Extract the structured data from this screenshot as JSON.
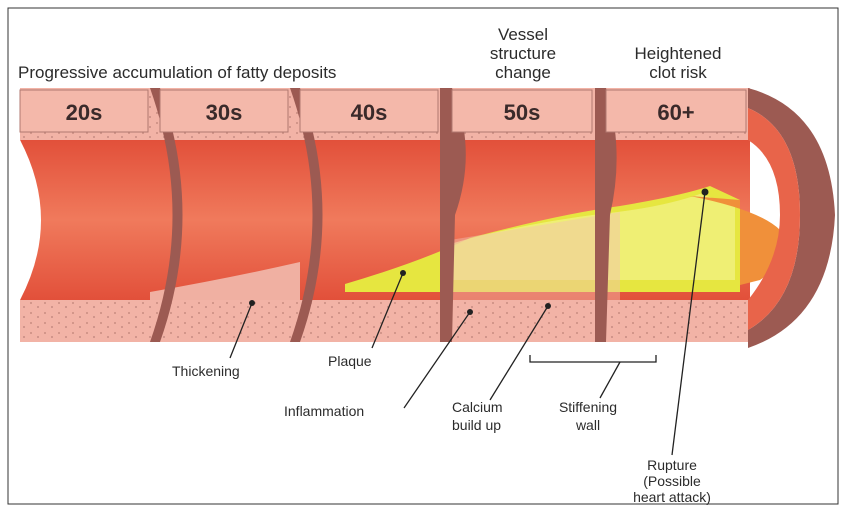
{
  "header": {
    "main": "Progressive accumulation of fatty deposits",
    "vessel": [
      "Vessel",
      "structure",
      "change"
    ],
    "clot": [
      "Heightened",
      "clot risk"
    ]
  },
  "ages": [
    "20s",
    "30s",
    "40s",
    "50s",
    "60+"
  ],
  "labels": {
    "thickening": "Thickening",
    "plaque": "Plaque",
    "inflammation": "Inflammation",
    "calcium": [
      "Calcium",
      "build up"
    ],
    "stiffening": [
      "Stiffening",
      "wall"
    ],
    "rupture": [
      "Rupture",
      "(Possible",
      "heart attack)"
    ]
  },
  "colors": {
    "lumen": "#e8644a",
    "wall": "#f2b3a6",
    "wall_dark": "#9c5a52",
    "plaque": "#e6e640",
    "calcium": "#f5f590"
  }
}
